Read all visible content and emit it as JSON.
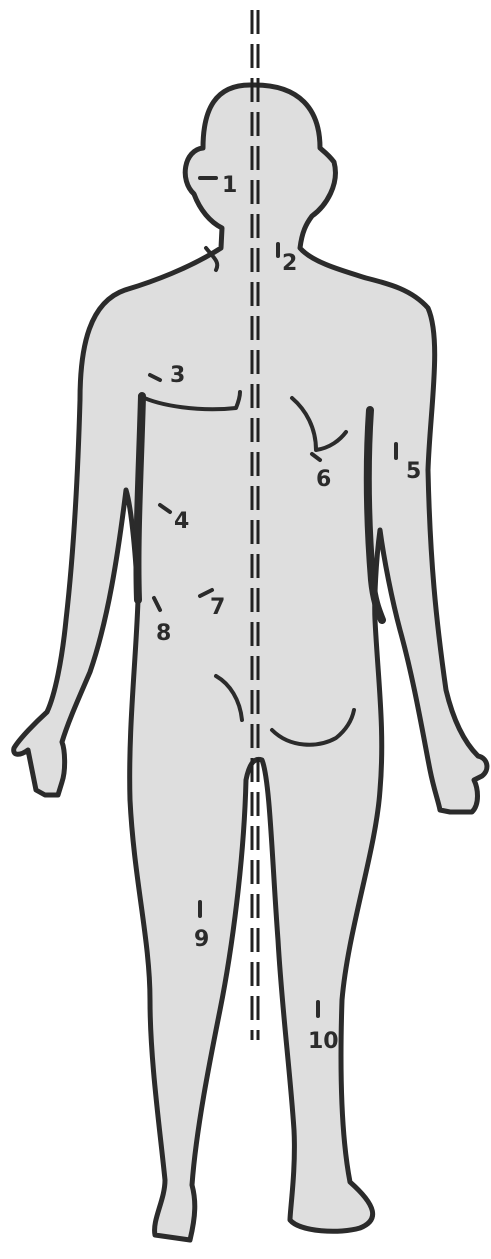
{
  "markers": [
    {
      "id": "m1",
      "label": "1"
    },
    {
      "id": "m2",
      "label": "2"
    },
    {
      "id": "m3",
      "label": "3"
    },
    {
      "id": "m4",
      "label": "4"
    },
    {
      "id": "m5",
      "label": "5"
    },
    {
      "id": "m6",
      "label": "6"
    },
    {
      "id": "m7",
      "label": "7"
    },
    {
      "id": "m8",
      "label": "8"
    },
    {
      "id": "m9",
      "label": "9"
    },
    {
      "id": "m10",
      "label": "10"
    }
  ],
  "colors": {
    "body_fill": "#dedede",
    "outline": "#2b2b2b",
    "background": "#ffffff"
  }
}
